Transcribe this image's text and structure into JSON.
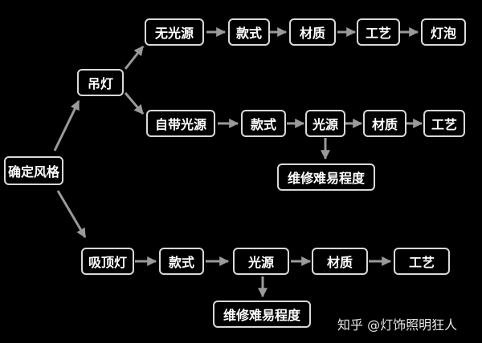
{
  "colors": {
    "background": "#000000",
    "node_border": "#d9d9d9",
    "node_text": "#ffffff",
    "arrow": "#9a9a9a"
  },
  "nodes": {
    "root": "确定风格",
    "pendant": "吊灯",
    "no_light_source": "无光源",
    "top_style": "款式",
    "top_material": "材质",
    "top_craft": "工艺",
    "bulb": "灯泡",
    "built_in_light": "自带光源",
    "mid_style": "款式",
    "mid_light_source": "光源",
    "mid_material": "材质",
    "mid_craft": "工艺",
    "mid_maintenance": "维修难易程度",
    "ceiling_lamp": "吸顶灯",
    "bot_style": "款式",
    "bot_light_source": "光源",
    "bot_material": "材质",
    "bot_craft": "工艺",
    "bot_maintenance": "维修难易程度"
  },
  "watermark": "知乎 @灯饰照明狂人"
}
